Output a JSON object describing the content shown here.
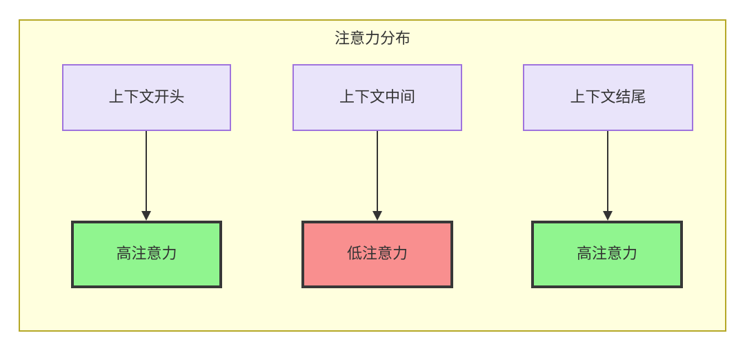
{
  "diagram": {
    "title": "注意力分布",
    "container": {
      "fill": "#ffffde",
      "stroke": "#b5a827"
    },
    "columns": [
      {
        "source": {
          "label": "上下文开头",
          "fill": "#e9e4fa",
          "stroke": "#9f73dd"
        },
        "target": {
          "label": "高注意力",
          "fill": "#90f58f",
          "stroke": "#383838"
        }
      },
      {
        "source": {
          "label": "上下文中间",
          "fill": "#e9e4fa",
          "stroke": "#9f73dd"
        },
        "target": {
          "label": "低注意力",
          "fill": "#f98f8f",
          "stroke": "#383838"
        }
      },
      {
        "source": {
          "label": "上下文结尾",
          "fill": "#e9e4fa",
          "stroke": "#9f73dd"
        },
        "target": {
          "label": "高注意力",
          "fill": "#90f58f",
          "stroke": "#383838"
        }
      }
    ]
  }
}
